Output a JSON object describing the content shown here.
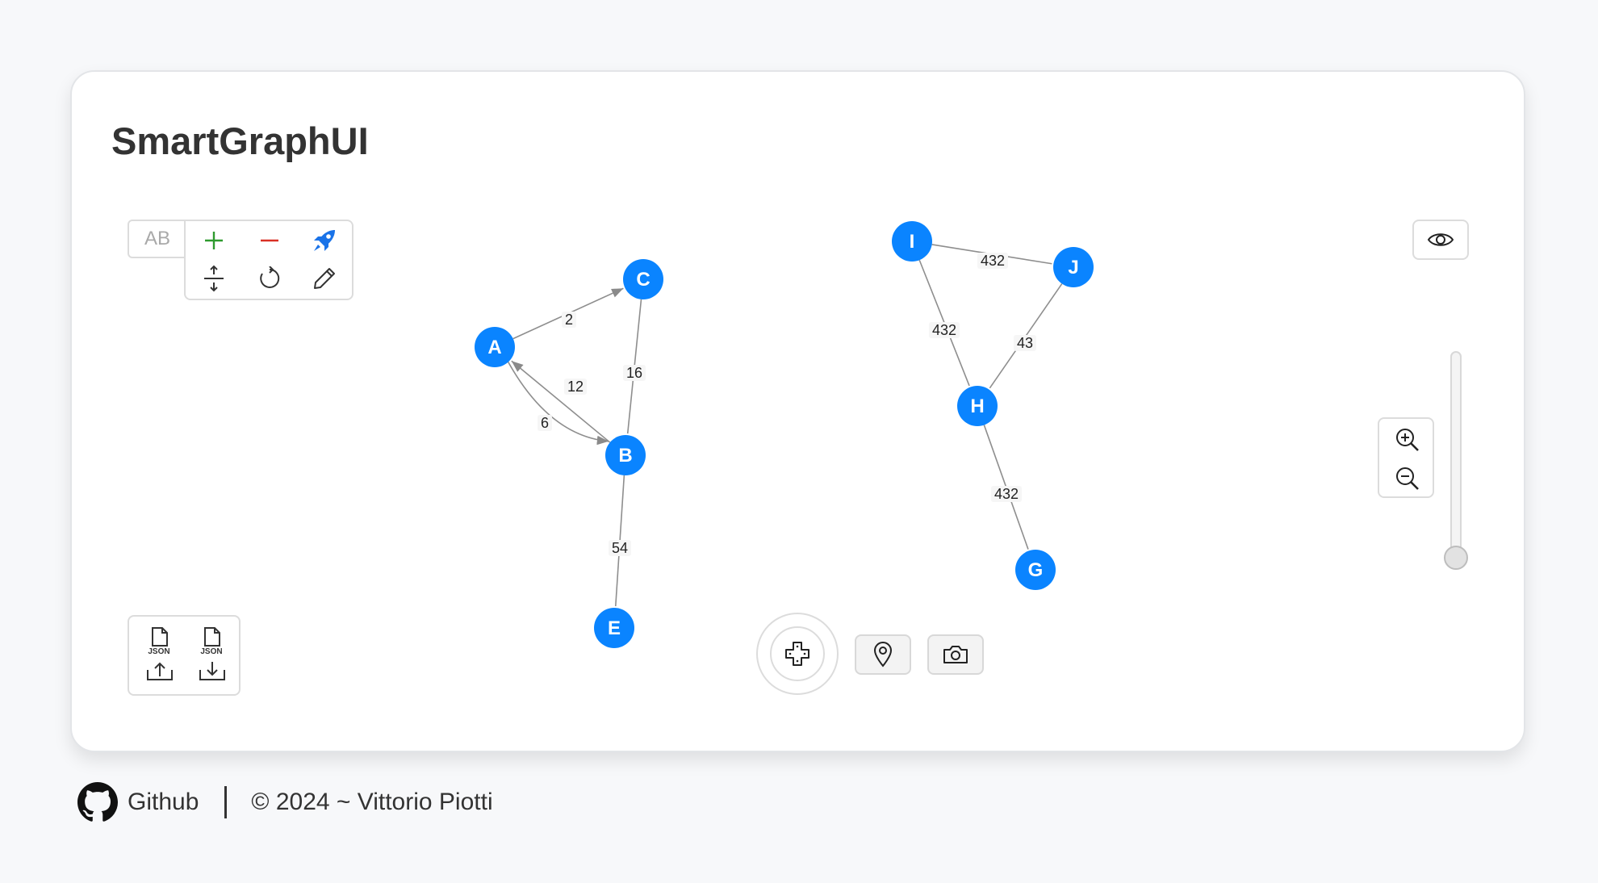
{
  "app": {
    "title": "SmartGraphUI"
  },
  "toolbar": {
    "label_toggle": "AB",
    "add_icon": "plus-icon",
    "remove_icon": "minus-icon",
    "layout_icon": "rocket-icon",
    "spread_icon": "expand-vertical-icon",
    "reset_icon": "rotate-icon",
    "edit_icon": "pencil-icon",
    "colors": {
      "add": "#2e9a2e",
      "remove": "#d93025",
      "rocket": "#1a73e8"
    }
  },
  "file": {
    "import_label": "JSON",
    "export_label": "JSON"
  },
  "graph": {
    "node_color": "#0a84ff",
    "nodes": [
      {
        "id": "A"
      },
      {
        "id": "B"
      },
      {
        "id": "C"
      },
      {
        "id": "E"
      },
      {
        "id": "I"
      },
      {
        "id": "J"
      },
      {
        "id": "H"
      },
      {
        "id": "G"
      }
    ],
    "edges": [
      {
        "from": "A",
        "to": "C",
        "weight": "2",
        "directed": true
      },
      {
        "from": "B",
        "to": "A",
        "weight": "12",
        "directed": true
      },
      {
        "from": "A",
        "to": "B",
        "weight": "6",
        "directed": true
      },
      {
        "from": "C",
        "to": "B",
        "weight": "16",
        "directed": false
      },
      {
        "from": "B",
        "to": "E",
        "weight": "54",
        "directed": false
      },
      {
        "from": "I",
        "to": "J",
        "weight": "432",
        "directed": false
      },
      {
        "from": "I",
        "to": "H",
        "weight": "432",
        "directed": false
      },
      {
        "from": "J",
        "to": "H",
        "weight": "43",
        "directed": false
      },
      {
        "from": "H",
        "to": "G",
        "weight": "432",
        "directed": false
      }
    ]
  },
  "view": {
    "zoom_in_icon": "zoom-in-icon",
    "zoom_out_icon": "zoom-out-icon",
    "zoom_level": 0
  },
  "footer": {
    "github_label": "Github",
    "copyright": "© 2024 ~ Vittorio Piotti"
  }
}
